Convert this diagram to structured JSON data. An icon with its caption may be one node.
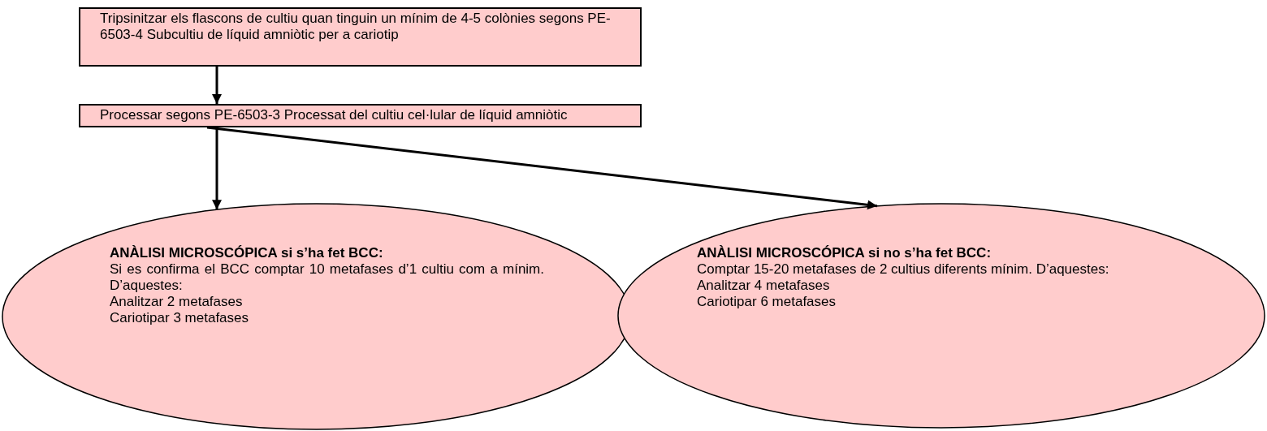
{
  "diagram": {
    "nodes": [
      {
        "text": [
          "Tripsinitzar els flascons de cultiu quan tinguin un mínim de 4-5 colònies segons PE-6503-4 Subcultiu de líquid amniòtic per a cariotip"
        ]
      },
      {
        "text": [
          "Processar segons PE-6503-3 Processat del cultiu cel·lular de líquid amniòtic"
        ]
      },
      {
        "text": [
          "ANÀLISI MICROSCÓPICA si s’ha fet BCC:",
          "Si es confirma el BCC comptar 10 metafases d’1 cultiu com a mínim. D’aquestes:",
          "Analitzar 2 metafases",
          "Cariotipar 3 metafases"
        ]
      },
      {
        "text": [
          "ANÀLISI MICROSCÓPICA si no s’ha fet BCC:",
          "Comptar 15-20 metafases de 2 cultius diferents mínim. D’aquestes:",
          "Analitzar 4 metafases",
          "Cariotipar 6 metafases"
        ]
      }
    ],
    "edges": [
      {
        "from": 0,
        "to": 1,
        "arrow": "to"
      },
      {
        "from": 1,
        "to": 2,
        "arrow": "to"
      },
      {
        "from": 1,
        "to": 3,
        "arrow": "to"
      }
    ]
  }
}
